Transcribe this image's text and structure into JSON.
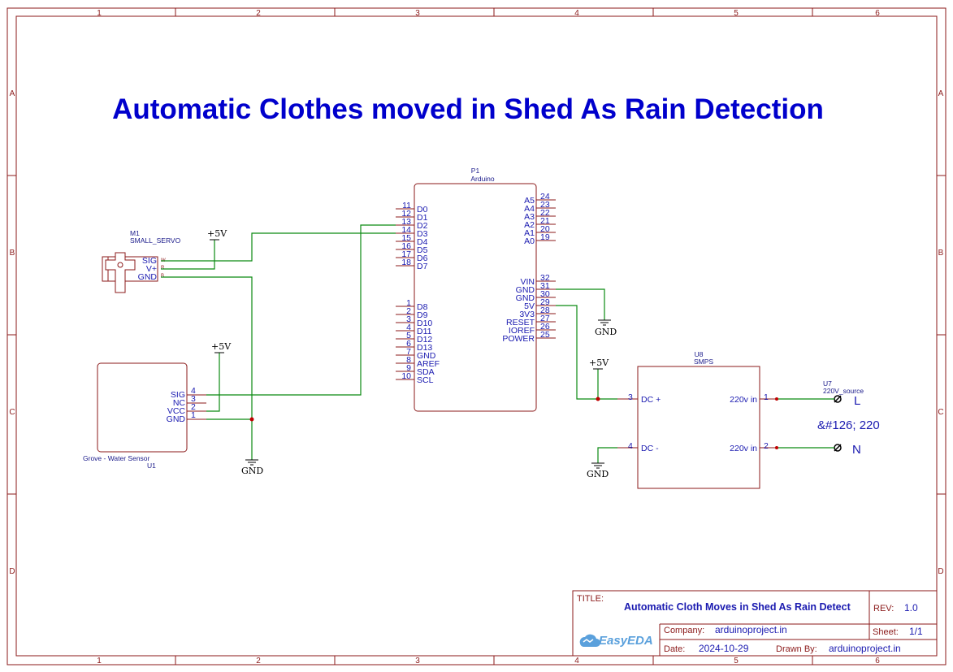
{
  "main_title": "Automatic Clothes moved in Shed As Rain Detection",
  "grid": {
    "columns": [
      "1",
      "2",
      "3",
      "4",
      "5",
      "6"
    ],
    "rows": [
      "A",
      "B",
      "C",
      "D"
    ]
  },
  "arduino": {
    "ref": "P1",
    "name": "Arduino",
    "left_pins": [
      {
        "num": "11",
        "name": "D0"
      },
      {
        "num": "12",
        "name": "D1"
      },
      {
        "num": "13",
        "name": "D2"
      },
      {
        "num": "14",
        "name": "D3"
      },
      {
        "num": "15",
        "name": "D4"
      },
      {
        "num": "16",
        "name": "D5"
      },
      {
        "num": "17",
        "name": "D6"
      },
      {
        "num": "18",
        "name": "D7"
      },
      {
        "num": "1",
        "name": "D8"
      },
      {
        "num": "2",
        "name": "D9"
      },
      {
        "num": "3",
        "name": "D10"
      },
      {
        "num": "4",
        "name": "D11"
      },
      {
        "num": "5",
        "name": "D12"
      },
      {
        "num": "6",
        "name": "D13"
      },
      {
        "num": "7",
        "name": "GND"
      },
      {
        "num": "8",
        "name": "AREF"
      },
      {
        "num": "9",
        "name": "SDA"
      },
      {
        "num": "10",
        "name": "SCL"
      }
    ],
    "right_pins": [
      {
        "num": "24",
        "name": "A5"
      },
      {
        "num": "23",
        "name": "A4"
      },
      {
        "num": "22",
        "name": "A3"
      },
      {
        "num": "21",
        "name": "A2"
      },
      {
        "num": "20",
        "name": "A1"
      },
      {
        "num": "19",
        "name": "A0"
      },
      {
        "num": "32",
        "name": "VIN"
      },
      {
        "num": "31",
        "name": "GND"
      },
      {
        "num": "30",
        "name": "GND"
      },
      {
        "num": "29",
        "name": "5V"
      },
      {
        "num": "28",
        "name": "3V3"
      },
      {
        "num": "27",
        "name": "RESET"
      },
      {
        "num": "26",
        "name": "IOREF"
      },
      {
        "num": "25",
        "name": "POWER"
      }
    ]
  },
  "servo": {
    "ref": "M1",
    "name": "SMALL_SERVO",
    "pins": [
      {
        "name": "SIG",
        "num": "W"
      },
      {
        "name": "V+",
        "num": "R"
      },
      {
        "name": "GND",
        "num": "B"
      }
    ]
  },
  "water_sensor": {
    "name": "Grove - Water Sensor",
    "ref": "U1",
    "pins": [
      {
        "name": "SIG",
        "num": "4"
      },
      {
        "name": "NC",
        "num": "3"
      },
      {
        "name": "VCC",
        "num": "2"
      },
      {
        "name": "GND",
        "num": "1"
      }
    ]
  },
  "smps": {
    "ref": "U8",
    "name": "SMPS",
    "pins": [
      {
        "name": "DC +",
        "num": "3"
      },
      {
        "name": "DC -",
        "num": "4"
      },
      {
        "name": "220v in",
        "num": "1"
      },
      {
        "name": "220v in",
        "num": "2"
      }
    ]
  },
  "source": {
    "ref": "U7",
    "name": "220V_source",
    "line": "L",
    "neutral": "N",
    "note": "&#126; 220"
  },
  "power_labels": {
    "vcc": "+5V",
    "gnd": "GND"
  },
  "title_block": {
    "title_label": "TITLE:",
    "title": "Automatic Cloth Moves in Shed As Rain Detect",
    "rev_label": "REV:",
    "rev": "1.0",
    "company_label": "Company:",
    "company": "arduinoproject.in",
    "sheet_label": "Sheet:",
    "sheet": "1/1",
    "date_label": "Date:",
    "date": "2024-10-29",
    "drawn_label": "Drawn By:",
    "drawn_by": "arduinoproject.in",
    "logo_text": "EasyEDA"
  },
  "colors": {
    "frame": "#8b1a1a",
    "wire": "#0b8a12",
    "text_blue": "#1a1ab0",
    "title_blue": "#0000cc",
    "junction": "#c00000"
  }
}
